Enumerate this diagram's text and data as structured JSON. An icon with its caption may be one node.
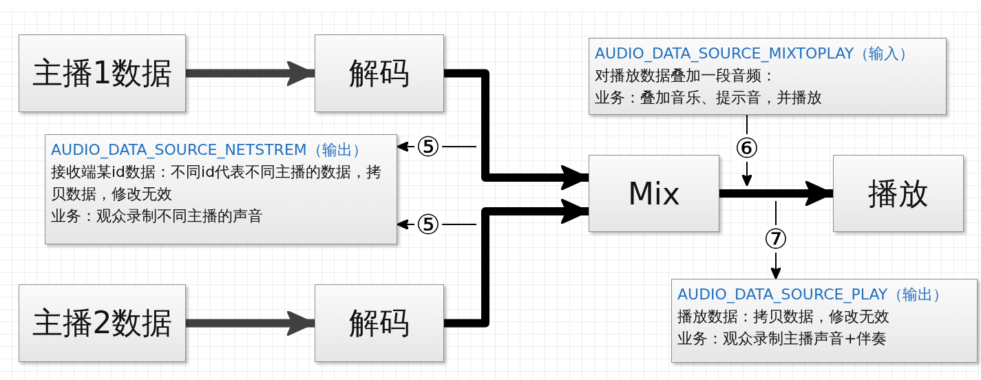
{
  "diagram": {
    "nodes": [
      {
        "text": [
          "主播1数据"
        ]
      },
      {
        "text": [
          "解码"
        ]
      },
      {
        "text": [
          "主播2数据"
        ]
      },
      {
        "text": [
          "解码"
        ]
      },
      {
        "text": [
          "Mix"
        ]
      },
      {
        "text": [
          "播放"
        ]
      },
      {
        "text": [
          "AUDIO_DATA_SOURCE_MIXTOPLAY（输入）",
          "对播放数据叠加一段音频：",
          "业务：叠加音乐、提示音，并播放"
        ]
      },
      {
        "text": [
          "AUDIO_DATA_SOURCE_NETSTREM（输出）",
          "接收端某id数据：不同id代表不同主播的数据，拷贝数据，修改无效",
          "业务：观众录制不同主播的声音"
        ]
      },
      {
        "text": [
          "AUDIO_DATA_SOURCE_PLAY（输出）",
          "播放数据：拷贝数据，修改无效",
          "业务：观众录制主播声音+伴奏"
        ]
      }
    ],
    "edges": [
      {
        "from": 0,
        "to": 1,
        "arrow": "to",
        "color": "#404040"
      },
      {
        "from": 2,
        "to": 3,
        "arrow": "to",
        "color": "#404040"
      },
      {
        "from": 1,
        "to": 4,
        "arrow": "to"
      },
      {
        "from": 3,
        "to": 4,
        "arrow": "to"
      },
      {
        "from": 4,
        "to": 5,
        "arrow": "to"
      },
      {
        "from": null,
        "to": 7,
        "arrow": "to",
        "label": "⑤"
      },
      {
        "from": null,
        "to": 7,
        "arrow": "to",
        "label": "⑤"
      },
      {
        "from": 6,
        "to": null,
        "arrow": "to",
        "label": "⑥"
      },
      {
        "from": null,
        "to": 8,
        "arrow": "to",
        "label": "⑦"
      }
    ]
  }
}
